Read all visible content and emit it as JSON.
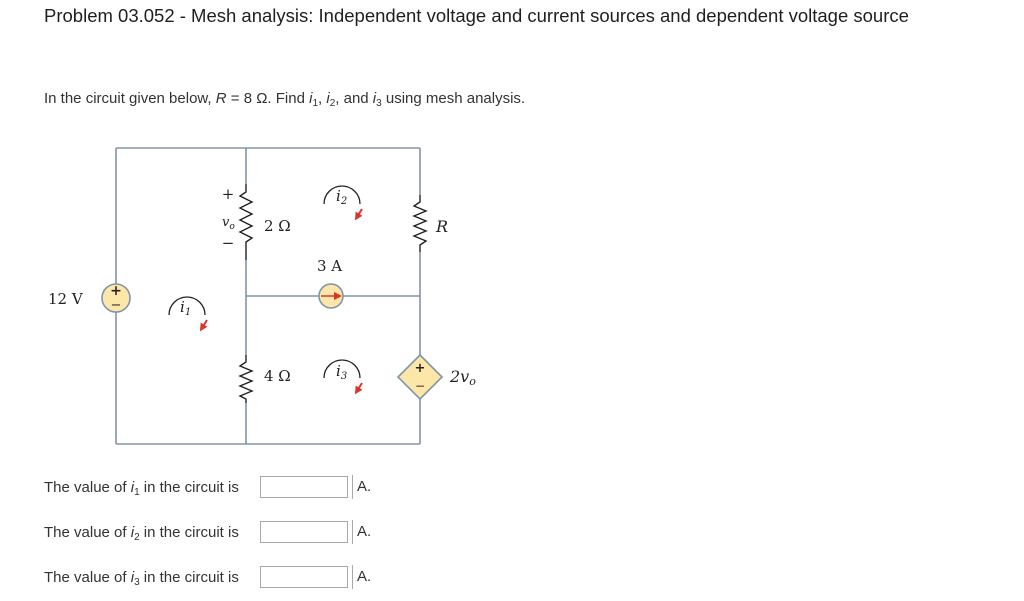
{
  "problem": {
    "title": "Problem 03.052 - Mesh analysis: Independent voltage and current sources and dependent voltage source",
    "statement_prefix": "In the circuit given below, ",
    "statement_R": "R",
    "statement_value": " = 8 Ω. Find ",
    "statement_sep1": ", ",
    "statement_sep2": ", and ",
    "statement_suffix": " using mesh analysis.",
    "i_symbol": "i",
    "i1_sub": "1",
    "i2_sub": "2",
    "i3_sub": "3"
  },
  "circuit": {
    "source_12v_label": "12 V",
    "resistor_2_label": "2 Ω",
    "resistor_4_label": "4 Ω",
    "resistor_R_label": "R",
    "current_source_label": "3 A",
    "dependent_source_label": "2v",
    "dependent_source_sub": "o",
    "vo_label": "v",
    "vo_sub": "o",
    "plus": "+",
    "minus": "−",
    "mesh_i": "i",
    "mesh1_sub": "1",
    "mesh2_sub": "2",
    "mesh3_sub": "3",
    "wire_color": "#8095a8",
    "arrow_color": "#d9362b",
    "source_fill": "#fde7a8"
  },
  "answers": [
    {
      "prefix": "The value of ",
      "i": "i",
      "sub": "1",
      "suffix": " in the circuit is",
      "value": "",
      "unit": "A."
    },
    {
      "prefix": "The value of ",
      "i": "i",
      "sub": "2",
      "suffix": " in the circuit is",
      "value": "",
      "unit": "A."
    },
    {
      "prefix": "The value of ",
      "i": "i",
      "sub": "3",
      "suffix": " in the circuit is",
      "value": "",
      "unit": "A."
    }
  ]
}
